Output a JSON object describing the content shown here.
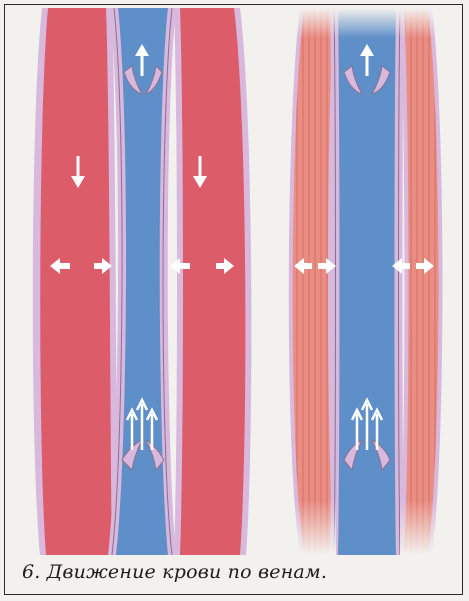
{
  "figure": {
    "caption": "6. Движение крови по венам.",
    "panels": [
      {
        "name": "contracted muscles",
        "muscle_style": "solid"
      },
      {
        "name": "relaxed muscles",
        "muscle_style": "striated"
      }
    ],
    "colors": {
      "background": "#f3f1ee",
      "muscle_contracted": "#dc5c6a",
      "muscle_relaxed": "#ea8d82",
      "vein_blood": "#5f8fc8",
      "vein_wall": "#d8b8dd",
      "arrow": "#ffffff"
    },
    "icons": [
      "arrow-up-icon",
      "arrow-down-icon",
      "arrow-left-icon",
      "arrow-right-icon",
      "valve-icon"
    ]
  }
}
